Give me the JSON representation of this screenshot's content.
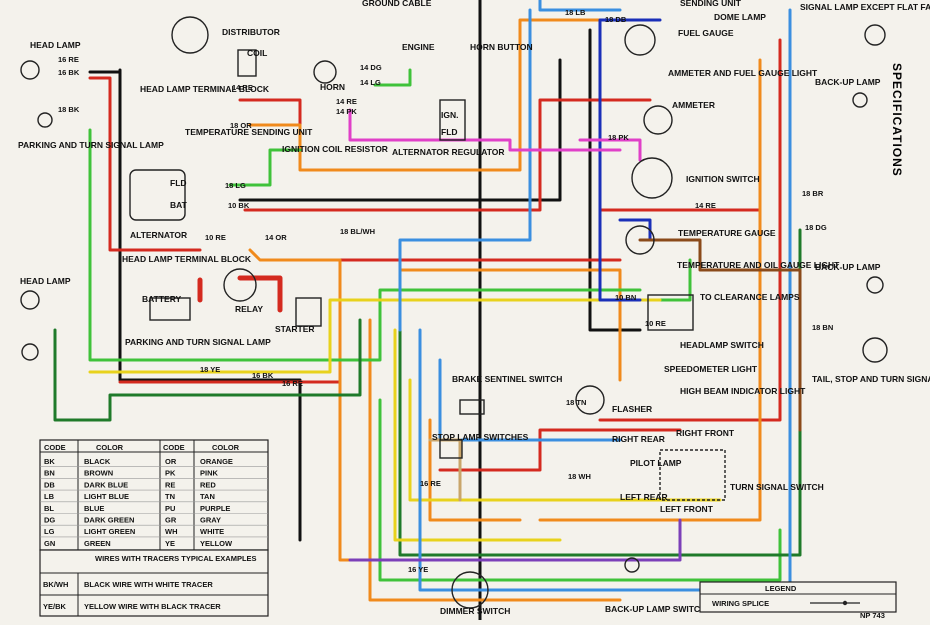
{
  "side_title": "SPECIFICATIONS",
  "figure_ref": "NP 743",
  "components": {
    "head_lamp_top": "HEAD LAMP",
    "head_lamp_bottom": "HEAD LAMP",
    "hl_term_block_top": "HEAD LAMP TERMINAL BLOCK",
    "hl_term_block_bottom": "HEAD LAMP TERMINAL BLOCK",
    "parking_top": "PARKING AND TURN SIGNAL LAMP",
    "parking_bottom": "PARKING AND TURN SIGNAL LAMP",
    "distributor": "DISTRIBUTOR",
    "coil": "COIL",
    "temp_sending": "TEMPERATURE SENDING UNIT",
    "alternator": "ALTERNATOR",
    "battery": "BATTERY",
    "relay": "RELAY",
    "starter": "STARTER",
    "ground_cable": "GROUND CABLE",
    "engine": "ENGINE",
    "horn": "HORN",
    "horn_button": "HORN BUTTON",
    "ignition_resistor": "IGNITION COIL RESISTOR",
    "alt_regulator": "ALTERNATOR REGULATOR",
    "sending_unit": "SENDING UNIT",
    "fuel_gauge": "FUEL GAUGE",
    "dome_lamp": "DOME LAMP",
    "ammeter_fuel_light": "AMMETER AND FUEL GAUGE LIGHT",
    "ammeter": "AMMETER",
    "ignition_switch": "IGNITION SWITCH",
    "temp_gauge": "TEMPERATURE GAUGE",
    "temp_oil_light": "TEMPERATURE AND OIL GAUGE LIGHT",
    "to_clearance": "TO CLEARANCE LAMPS",
    "headlamp_switch": "HEADLAMP SWITCH",
    "speedo_light": "SPEEDOMETER LIGHT",
    "high_beam": "HIGH BEAM INDICATOR LIGHT",
    "flasher": "FLASHER",
    "brake_sentinel": "BRAKE SENTINEL SWITCH",
    "stop_lamp_sw": "STOP LAMP SWITCHES",
    "turn_signal_sw": "TURN SIGNAL SWITCH",
    "pilot_lamp": "PILOT LAMP",
    "right_rear": "RIGHT REAR",
    "right_front": "RIGHT FRONT",
    "left_rear": "LEFT REAR",
    "left_front": "LEFT FRONT",
    "dimmer_switch": "DIMMER SWITCH",
    "backup_switch": "BACK-UP LAMP SWITCH",
    "signal_lamp_except": "SIGNAL LAMP EXCEPT FLAT FACE COWL",
    "backup_lamp_top": "BACK-UP LAMP",
    "backup_lamp_bottom": "BACK-UP LAMP",
    "tail_stop": "TAIL, STOP AND TURN SIGNAL LAMP",
    "ign": "IGN.",
    "fld": "FLD",
    "bat": "BAT"
  },
  "wire_labels": [
    "16 RE",
    "16 BK",
    "14 RE",
    "18 BK",
    "18 OR",
    "18 LG",
    "10 BK",
    "10 RE",
    "14 OR",
    "14 DG",
    "14 LG",
    "14 RE",
    "14 PK",
    "18 LB",
    "18 DB",
    "18 BL/WH",
    "18 BR",
    "18 DG",
    "18 YE",
    "18 WH",
    "16 YE",
    "16 RE",
    "14 RE",
    "10 BN",
    "18 TN",
    "18 PK",
    "10 RE",
    "16 BK",
    "16 RE",
    "18 BN"
  ],
  "color_code": {
    "header": [
      "CODE",
      "COLOR",
      "CODE",
      "COLOR"
    ],
    "rows": [
      [
        "BK",
        "BLACK",
        "OR",
        "ORANGE"
      ],
      [
        "BN",
        "BROWN",
        "PK",
        "PINK"
      ],
      [
        "DB",
        "DARK BLUE",
        "RE",
        "RED"
      ],
      [
        "LB",
        "LIGHT BLUE",
        "TN",
        "TAN"
      ],
      [
        "BL",
        "BLUE",
        "PU",
        "PURPLE"
      ],
      [
        "DG",
        "DARK GREEN",
        "GR",
        "GRAY"
      ],
      [
        "LG",
        "LIGHT GREEN",
        "WH",
        "WHITE"
      ],
      [
        "GN",
        "GREEN",
        "YE",
        "YELLOW"
      ]
    ]
  },
  "tracers": {
    "title": "WIRES WITH TRACERS TYPICAL EXAMPLES",
    "rows": [
      [
        "BK/WH",
        "BLACK WIRE WITH WHITE TRACER"
      ],
      [
        "YE/BK",
        "YELLOW WIRE WITH BLACK TRACER"
      ]
    ]
  },
  "legend": {
    "title": "LEGEND",
    "item": "WIRING SPLICE"
  },
  "wire_colors": {
    "red": "#d42a1f",
    "black": "#111111",
    "orange": "#f08a1c",
    "yellow": "#e8d21c",
    "lightgreen": "#3fc23a",
    "darkgreen": "#1f7a2a",
    "lightblue": "#3a8fe0",
    "darkblue": "#1a2fb8",
    "pink": "#e040c8",
    "brown": "#8a4a1a",
    "tan": "#c9a56a",
    "purple": "#7b3fb8"
  }
}
